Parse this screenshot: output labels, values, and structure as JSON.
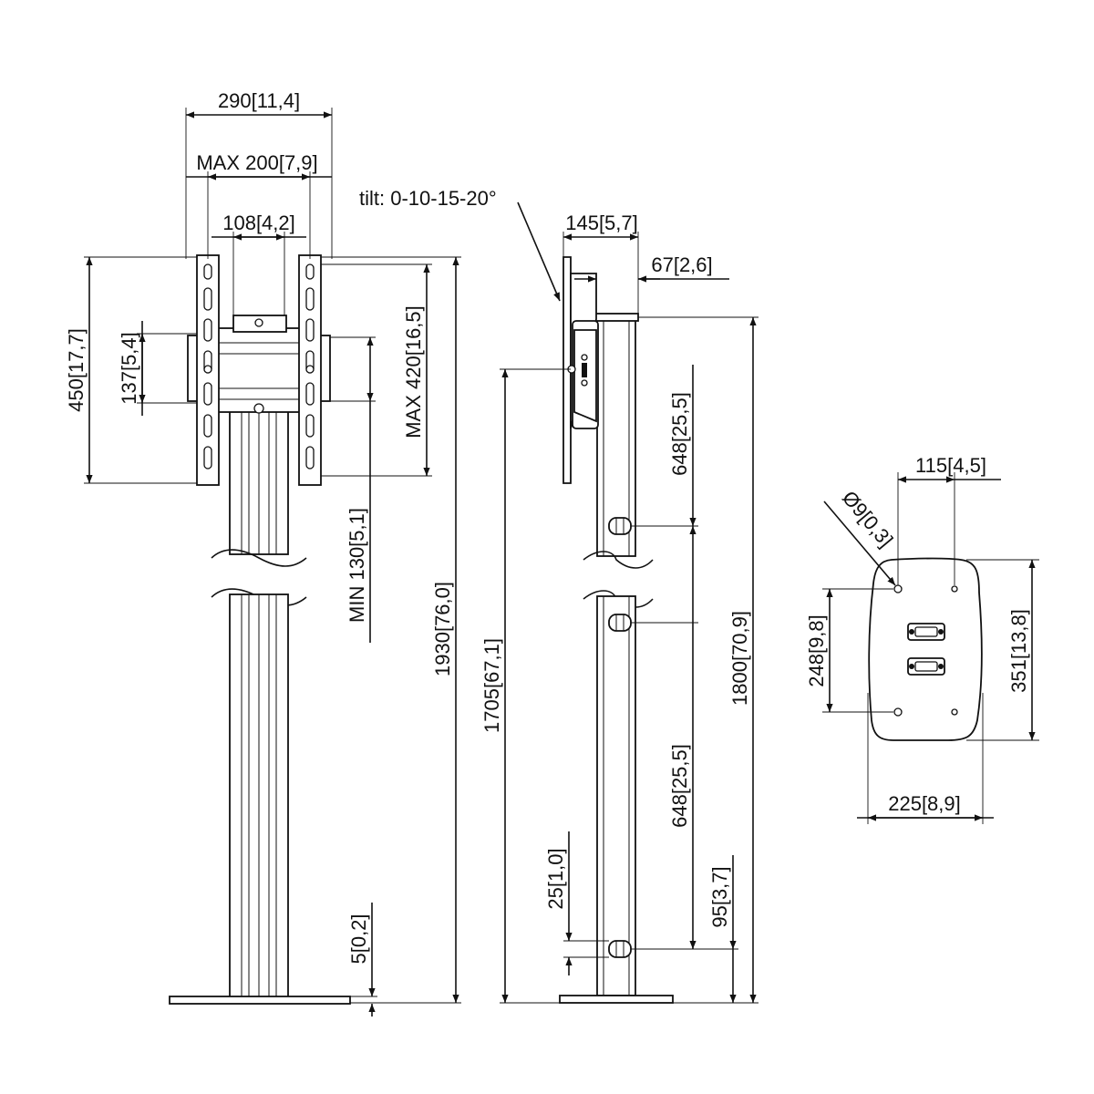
{
  "front_view": {
    "width": "290[11,4]",
    "vesa_max_width": "MAX 200[7,9]",
    "column_spacing": "108[4,2]",
    "height": "450[17,7]",
    "hole_spacing": "137[5,4]",
    "vesa_max_height": "MAX 420[16,5]",
    "min_gap": "MIN 130[5,1]",
    "total_height": "1930[76,0]",
    "base_thickness": "5[0,2]"
  },
  "side_view": {
    "tilt": "tilt: 0-10-15-20°",
    "depth": "145[5,7]",
    "offset": "67[2,6]",
    "upper_spacing": "648[25,5]",
    "lower_spacing": "648[25,5]",
    "column_height": "1800[70,9]",
    "center_height": "1705[67,1]",
    "foot_height": "25[1,0]",
    "lowest_hook": "95[3,7]"
  },
  "base_view": {
    "hole_diameter": "Ø9[0,3]",
    "hole_offset": "115[4,5]",
    "hole_pitch": "248[9,8]",
    "depth": "351[13,8]",
    "width": "225[8,9]"
  }
}
